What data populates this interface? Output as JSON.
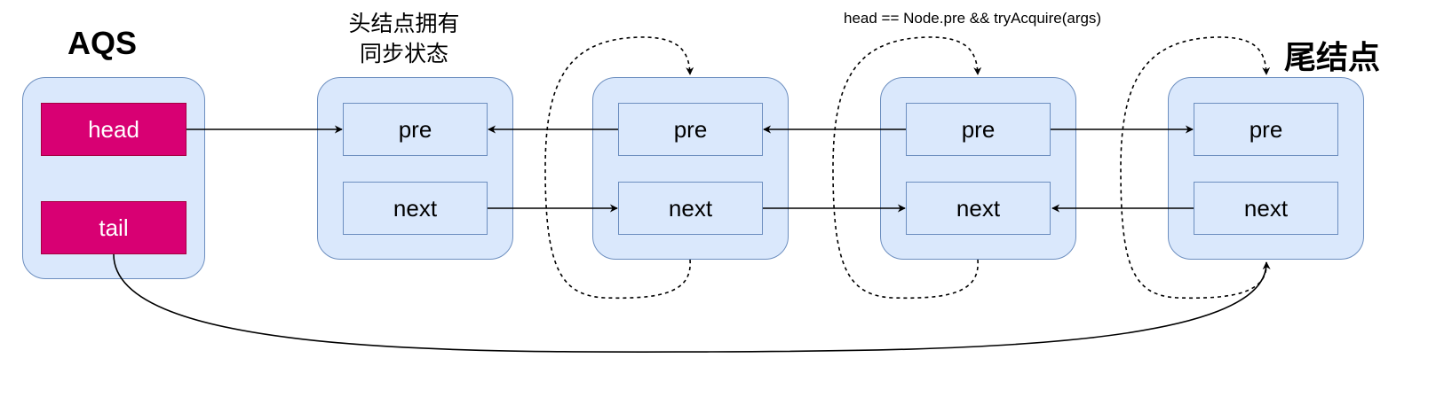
{
  "labels": {
    "aqs_title": "AQS",
    "head_field": "head",
    "tail_field": "tail",
    "head_node_caption_line1": "头结点拥有",
    "head_node_caption_line2": "同步状态",
    "acquire_condition": "head == Node.pre && tryAcquire(args)",
    "tail_node_caption": "尾结点"
  },
  "nodes": [
    {
      "pre": "pre",
      "next": "next"
    },
    {
      "pre": "pre",
      "next": "next"
    },
    {
      "pre": "pre",
      "next": "next"
    },
    {
      "pre": "pre",
      "next": "next"
    }
  ],
  "colors": {
    "node_fill": "#dae8fc",
    "node_stroke": "#6c8ebf",
    "field_fill": "#d80073",
    "field_stroke": "#a50040"
  }
}
